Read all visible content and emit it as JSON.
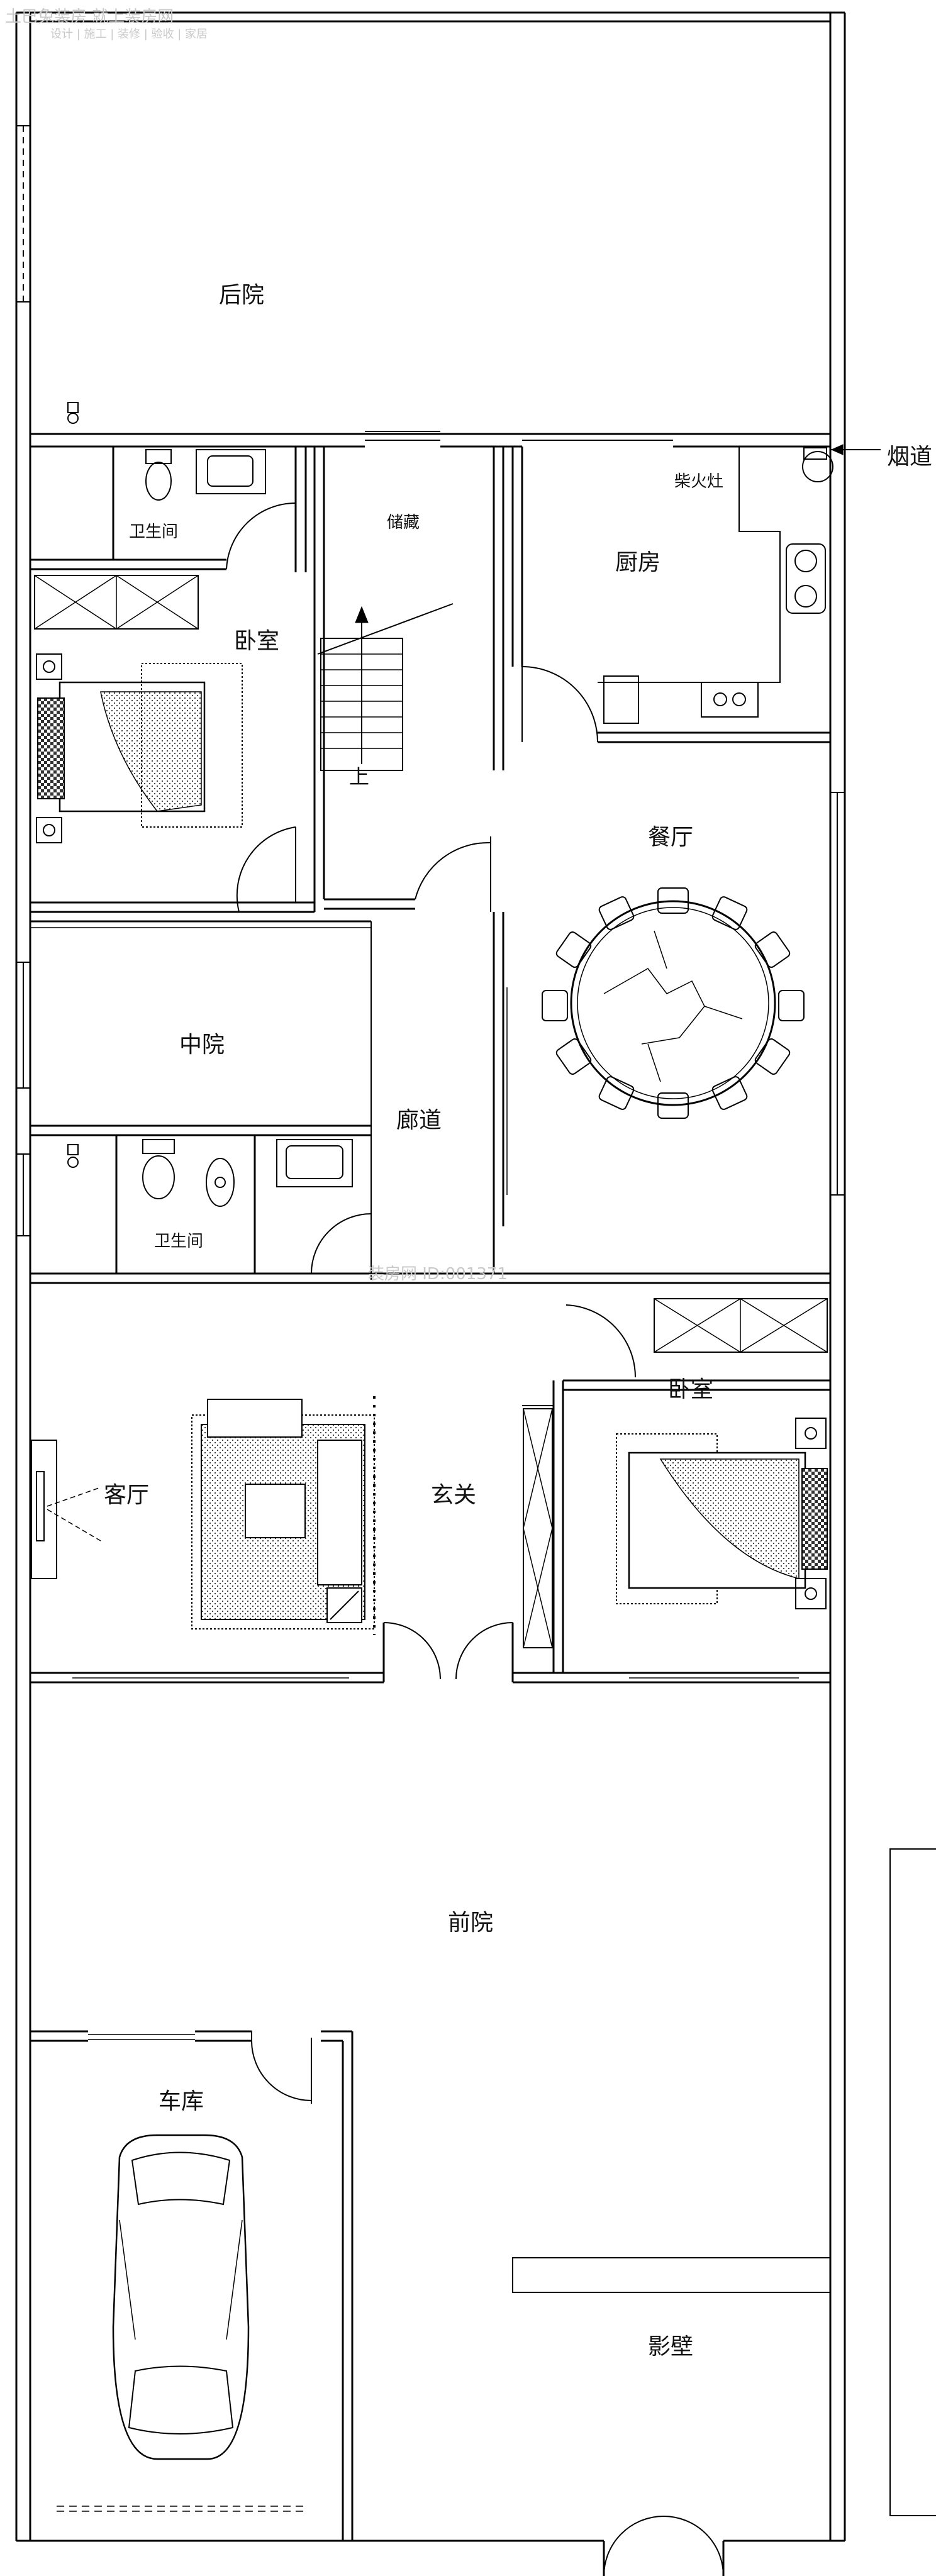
{
  "watermark": {
    "line1": "土巴兔装房 就上装房网",
    "line2": "设计 | 施工 | 装修 | 验收 | 家居",
    "center": "装房网 ID:001371"
  },
  "rooms": {
    "backyard": "后院",
    "bathroom_upper": "卫生间",
    "storage": "储藏",
    "kitchen": "厨房",
    "stove": "柴火灶",
    "chimney": "烟道",
    "bedroom_upper": "卧室",
    "stairs_up": "上",
    "dining": "餐厅",
    "courtyard_mid": "中院",
    "corridor": "廊道",
    "bathroom_lower": "卫生间",
    "living": "客厅",
    "entrance": "玄关",
    "bedroom_lower": "卧室",
    "front_yard": "前院",
    "garage": "车库",
    "screen_wall": "影壁"
  }
}
